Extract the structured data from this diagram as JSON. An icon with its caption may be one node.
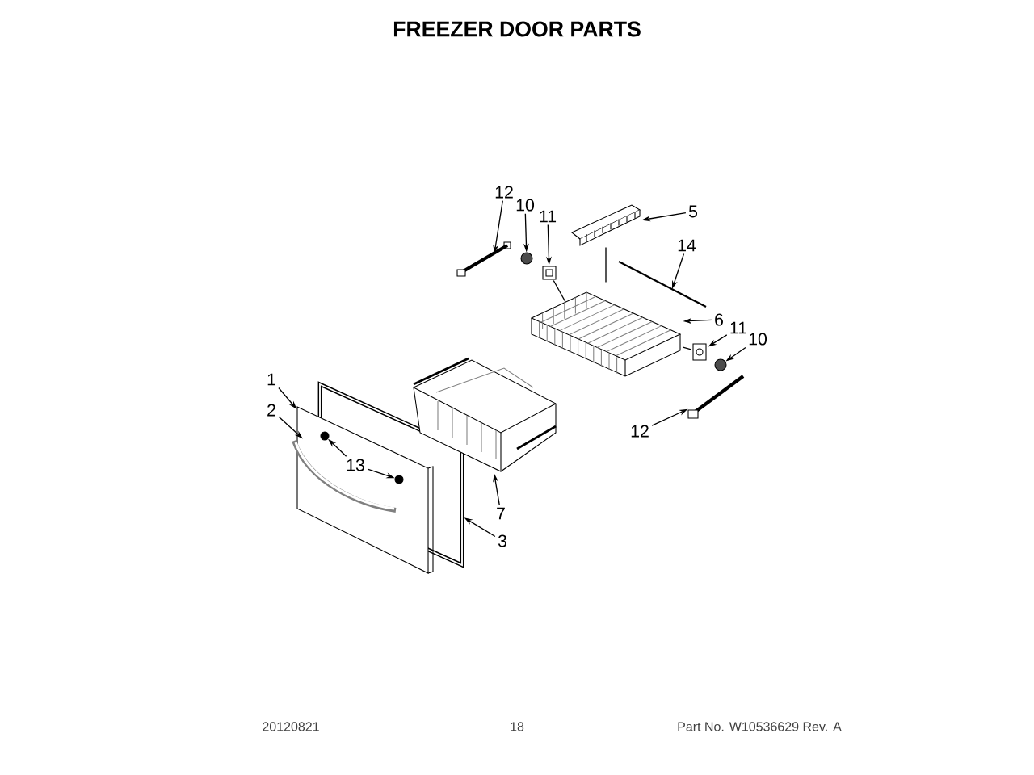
{
  "diagram": {
    "title": "FREEZER DOOR PARTS",
    "nodes": [
      {
        "text": [
          "12"
        ]
      },
      {
        "text": [
          "10"
        ]
      },
      {
        "text": [
          "11"
        ]
      },
      {
        "text": [
          "5"
        ]
      },
      {
        "text": [
          "14"
        ]
      },
      {
        "text": [
          "6"
        ]
      },
      {
        "text": [
          "11"
        ]
      },
      {
        "text": [
          "10"
        ]
      },
      {
        "text": [
          "1"
        ]
      },
      {
        "text": [
          "2"
        ]
      },
      {
        "text": [
          "13"
        ]
      },
      {
        "text": [
          "12"
        ]
      },
      {
        "text": [
          "7"
        ]
      },
      {
        "text": [
          "3"
        ]
      },
      {
        "text": [],
        "shape": "picture"
      },
      {
        "text": [],
        "shape": "circle"
      },
      {
        "text": [],
        "shape": "picture"
      },
      {
        "text": [],
        "shape": "picture"
      },
      {
        "text": [],
        "shape": "picture"
      },
      {
        "text": [],
        "shape": "picture"
      },
      {
        "text": [],
        "shape": "picture"
      },
      {
        "text": [],
        "shape": "circle"
      },
      {
        "text": [],
        "shape": "picture"
      },
      {
        "text": [],
        "shape": "picture"
      },
      {
        "text": [],
        "shape": "picture"
      },
      {
        "text": [],
        "shape": "picture",
        "in": 24
      },
      {
        "text": [],
        "shape": "circle"
      },
      {
        "text": [],
        "shape": "circle"
      },
      {
        "text": [],
        "shape": "picture"
      }
    ],
    "edges": [
      {
        "from": 0,
        "to": 14,
        "arrow": "to"
      },
      {
        "from": 1,
        "to": 15,
        "arrow": "to"
      },
      {
        "from": 2,
        "to": 16,
        "arrow": "to"
      },
      {
        "from": 3,
        "to": 17,
        "arrow": "to"
      },
      {
        "from": 4,
        "to": 18,
        "arrow": "to"
      },
      {
        "from": 5,
        "to": 19,
        "arrow": "to"
      },
      {
        "from": 6,
        "to": 20,
        "arrow": "to"
      },
      {
        "from": 7,
        "to": 21,
        "arrow": "to"
      },
      {
        "from": 8,
        "to": 24,
        "arrow": "to"
      },
      {
        "from": 9,
        "to": 25,
        "arrow": "to"
      },
      {
        "from": 10,
        "to": 26,
        "arrow": "to"
      },
      {
        "from": 10,
        "to": 27,
        "arrow": "to"
      },
      {
        "from": 11,
        "to": 23,
        "arrow": "to"
      },
      {
        "from": 12,
        "to": 22,
        "arrow": "to"
      },
      {
        "from": 13,
        "to": 28,
        "arrow": "to"
      },
      {
        "from": 17,
        "to": 19,
        "arrow": "none"
      },
      {
        "from": 16,
        "to": 19,
        "arrow": "none"
      },
      {
        "from": 19,
        "to": 20,
        "arrow": "none"
      }
    ],
    "labels": [
      "20120821",
      "18",
      "Part No. W10536629  Rev. A"
    ]
  }
}
